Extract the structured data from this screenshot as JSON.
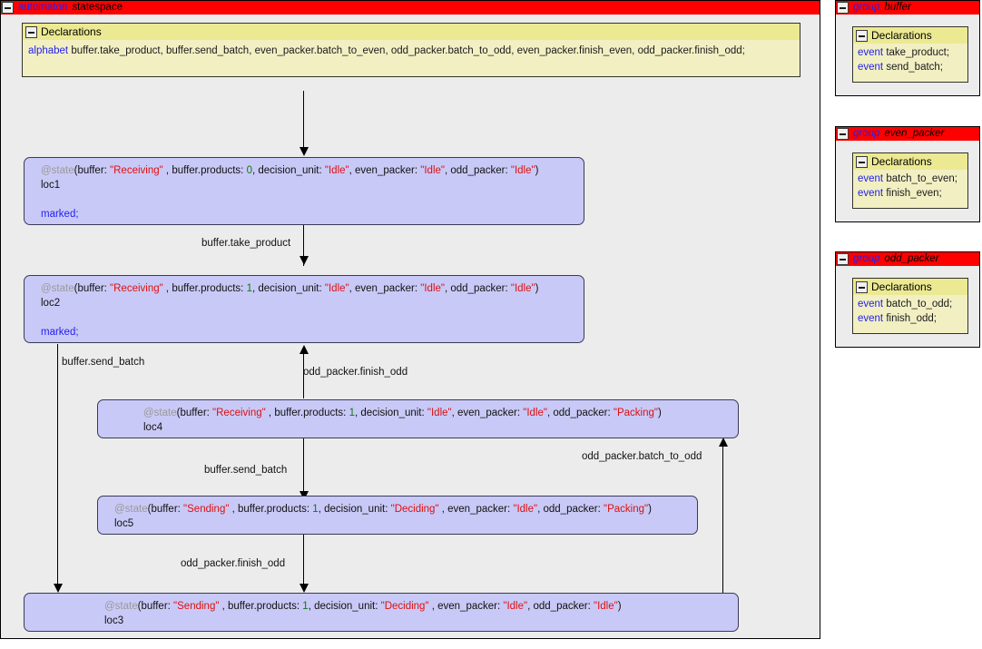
{
  "main_panel": {
    "title_keyword": "automaton",
    "title_name": "statespace",
    "collapse_icon": "minus-box-icon",
    "declarations": {
      "header": "Declarations",
      "keyword": "alphabet",
      "text": "buffer.take_product,  buffer.send_batch,  even_packer.batch_to_even,   odd_packer.batch_to_odd,  even_packer.finish_even,  odd_packer.finish_odd;"
    }
  },
  "states": [
    {
      "id": "loc1",
      "annotation": "@state",
      "fields": [
        {
          "key": "buffer: ",
          "value": "\"Receiving\"",
          "kind": "str",
          "sep": " , "
        },
        {
          "key": "buffer.products: ",
          "value": "0",
          "kind": "num",
          "sep": ", "
        },
        {
          "key": "decision_unit: ",
          "value": "\"Idle\"",
          "kind": "str",
          "sep": ", "
        },
        {
          "key": "even_packer: ",
          "value": "\"Idle\"",
          "kind": "str",
          "sep": ", "
        },
        {
          "key": "odd_packer: ",
          "value": "\"Idle\"",
          "kind": "str",
          "sep": ""
        }
      ],
      "marked": "marked;"
    },
    {
      "id": "loc2",
      "annotation": "@state",
      "fields": [
        {
          "key": "buffer: ",
          "value": "\"Receiving\"",
          "kind": "str",
          "sep": " , "
        },
        {
          "key": "buffer.products: ",
          "value": "1",
          "kind": "num",
          "sep": ", "
        },
        {
          "key": "decision_unit: ",
          "value": "\"Idle\"",
          "kind": "str",
          "sep": ", "
        },
        {
          "key": "even_packer: ",
          "value": "\"Idle\"",
          "kind": "str",
          "sep": ", "
        },
        {
          "key": "odd_packer: ",
          "value": "\"Idle\"",
          "kind": "str",
          "sep": ""
        }
      ],
      "marked": "marked;"
    },
    {
      "id": "loc4",
      "annotation": "@state",
      "fields": [
        {
          "key": "buffer: ",
          "value": "\"Receiving\"",
          "kind": "str",
          "sep": " , "
        },
        {
          "key": "buffer.products: ",
          "value": "1",
          "kind": "num",
          "sep": ", "
        },
        {
          "key": "decision_unit: ",
          "value": "\"Idle\"",
          "kind": "str",
          "sep": ", "
        },
        {
          "key": "even_packer: ",
          "value": "\"Idle\"",
          "kind": "str",
          "sep": ", "
        },
        {
          "key": "odd_packer: ",
          "value": "\"Packing\"",
          "kind": "str",
          "sep": ""
        }
      ],
      "marked": ""
    },
    {
      "id": "loc5",
      "annotation": "@state",
      "fields": [
        {
          "key": "buffer: ",
          "value": "\"Sending\"",
          "kind": "str",
          "sep": " , "
        },
        {
          "key": "buffer.products: ",
          "value": "1",
          "kind": "num",
          "sep": ", "
        },
        {
          "key": "decision_unit: ",
          "value": "\"Deciding\"",
          "kind": "str",
          "sep": " , "
        },
        {
          "key": "even_packer: ",
          "value": "\"Idle\"",
          "kind": "str",
          "sep": ", "
        },
        {
          "key": "odd_packer: ",
          "value": "\"Packing\"",
          "kind": "str",
          "sep": ""
        }
      ],
      "marked": ""
    },
    {
      "id": "loc3",
      "annotation": "@state",
      "fields": [
        {
          "key": "buffer: ",
          "value": "\"Sending\"",
          "kind": "str",
          "sep": " , "
        },
        {
          "key": "buffer.products: ",
          "value": "1",
          "kind": "num",
          "sep": ", "
        },
        {
          "key": "decision_unit: ",
          "value": "\"Deciding\"",
          "kind": "str",
          "sep": " , "
        },
        {
          "key": "even_packer: ",
          "value": "\"Idle\"",
          "kind": "str",
          "sep": ", "
        },
        {
          "key": "odd_packer: ",
          "value": "\"Idle\"",
          "kind": "str",
          "sep": ""
        }
      ],
      "marked": ""
    }
  ],
  "edges": [
    {
      "label": "buffer.take_product"
    },
    {
      "label": "buffer.send_batch"
    },
    {
      "label": "odd_packer.finish_odd"
    },
    {
      "label": "buffer.send_batch"
    },
    {
      "label": "odd_packer.batch_to_odd"
    },
    {
      "label": "odd_packer.finish_odd"
    }
  ],
  "groups": [
    {
      "title_keyword": "group",
      "title_name": "buffer",
      "declarations": {
        "header": "Declarations",
        "events": [
          {
            "keyword": "event",
            "name": "take_product;"
          },
          {
            "keyword": "event",
            "name": "send_batch;"
          }
        ]
      }
    },
    {
      "title_keyword": "group",
      "title_name": "even_packer",
      "declarations": {
        "header": "Declarations",
        "events": [
          {
            "keyword": "event",
            "name": "batch_to_even;"
          },
          {
            "keyword": "event",
            "name": "finish_even;"
          }
        ]
      }
    },
    {
      "title_keyword": "group",
      "title_name": "odd_packer",
      "declarations": {
        "header": "Declarations",
        "events": [
          {
            "keyword": "event",
            "name": "batch_to_odd;"
          },
          {
            "keyword": "event",
            "name": "finish_odd;"
          }
        ]
      }
    }
  ],
  "colors": {
    "titlebar": "#ff0000",
    "keyword": "#2222ee",
    "string": "#dd1111",
    "number": "#117711",
    "annotation": "#9a9a9a",
    "state_fill": "#c9c9f7",
    "decl_fill": "#f2f0c3",
    "decl_header": "#ece993",
    "panel_bg": "#ececec"
  }
}
